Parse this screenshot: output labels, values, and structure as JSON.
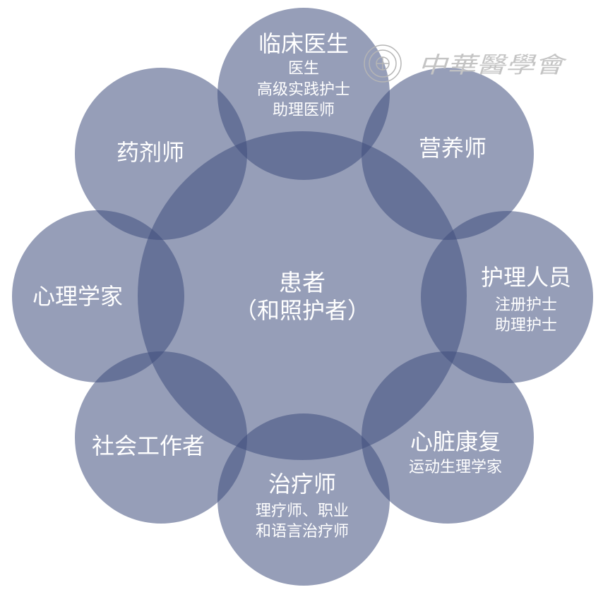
{
  "center": {
    "title": "患者",
    "subtitle": "（和照护者）"
  },
  "nodes": [
    {
      "id": "clinical-doctor",
      "title": "临床医生",
      "lines": [
        "医生",
        "高级实践护士",
        "助理医师"
      ]
    },
    {
      "id": "dietitian",
      "title": "营养师",
      "lines": []
    },
    {
      "id": "nursing-staff",
      "title": "护理人员",
      "lines": [
        "注册护士",
        "助理护士"
      ]
    },
    {
      "id": "cardiac-rehab",
      "title": "心脏康复",
      "lines": [
        "运动生理学家"
      ]
    },
    {
      "id": "therapist",
      "title": "治疗师",
      "lines": [
        "理疗师、职业",
        "和语言治疗师"
      ]
    },
    {
      "id": "social-worker",
      "title": "社会工作者",
      "lines": []
    },
    {
      "id": "psychologist",
      "title": "心理学家",
      "lines": []
    },
    {
      "id": "pharmacist",
      "title": "药剂师",
      "lines": []
    }
  ],
  "watermark": {
    "text": "中華醫學會",
    "icon": "seal-icon"
  },
  "colors": {
    "circle_fill": "#3f4f7e",
    "text": "#ffffff",
    "watermark": "#c4c4c4"
  }
}
